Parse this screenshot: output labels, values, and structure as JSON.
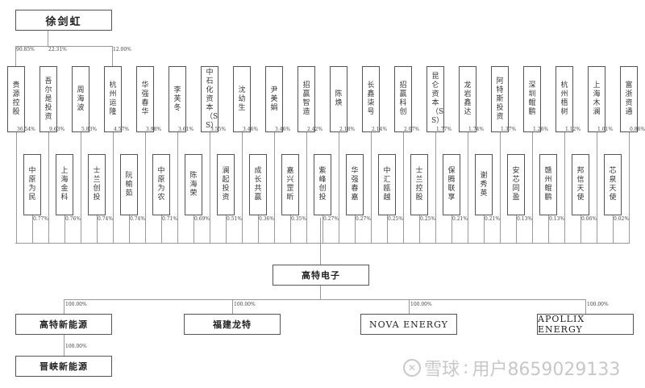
{
  "root": {
    "name": "徐剑虹"
  },
  "root_holdings": [
    {
      "target_index": 0,
      "percent": "90.85%"
    },
    {
      "target_index": 1,
      "percent": "22.31%"
    },
    {
      "target_index": 3,
      "percent": "12.00%"
    }
  ],
  "shareholders_row1": [
    {
      "name": "贵源控股",
      "percent": "36.54%"
    },
    {
      "name": "吾尔是投资",
      "percent": "9.63%"
    },
    {
      "name": "周海波",
      "percent": "5.83%"
    },
    {
      "name": "杭州运隆",
      "percent": "4.57%"
    },
    {
      "name": "华强春华",
      "percent": "3.98%"
    },
    {
      "name": "李芙冬",
      "percent": "3.61%"
    },
    {
      "name": "中石化资本（SS）",
      "percent": "3.55%"
    },
    {
      "name": "沈幼生",
      "percent": "3.46%"
    },
    {
      "name": "尹美娟",
      "percent": "3.46%"
    },
    {
      "name": "招赢智造",
      "percent": "2.42%"
    },
    {
      "name": "陈焕",
      "percent": "2.18%"
    },
    {
      "name": "长鑫柒号",
      "percent": "2.14%"
    },
    {
      "name": "招赢科创",
      "percent": "2.07%"
    },
    {
      "name": "昆仑资本（SS）",
      "percent": "1.77%"
    },
    {
      "name": "龙岩鑫达",
      "percent": "1.74%"
    },
    {
      "name": "阿特斯投资",
      "percent": "1.37%"
    },
    {
      "name": "深圳鲲鹏",
      "percent": "1.26%"
    },
    {
      "name": "杭州梧树",
      "percent": "1.12%"
    },
    {
      "name": "上海木澜",
      "percent": "1.01%"
    },
    {
      "name": "富浙资通",
      "percent": "0.86%"
    }
  ],
  "shareholders_row2": [
    {
      "name": "中原为民",
      "percent": "0.77%"
    },
    {
      "name": "上海金科",
      "percent": "0.76%"
    },
    {
      "name": "士兰创投",
      "percent": "0.74%"
    },
    {
      "name": "阮榆茹",
      "percent": "0.74%"
    },
    {
      "name": "中原为农",
      "percent": "0.71%"
    },
    {
      "name": "陈海荣",
      "percent": "0.69%"
    },
    {
      "name": "澜起投资",
      "percent": "0.51%"
    },
    {
      "name": "成长共赢",
      "percent": "0.36%"
    },
    {
      "name": "嘉兴罡昕",
      "percent": "0.35%"
    },
    {
      "name": "紫峰创投",
      "percent": "0.27%"
    },
    {
      "name": "华强春嘉",
      "percent": "0.27%"
    },
    {
      "name": "中汇瓯越",
      "percent": "0.25%"
    },
    {
      "name": "士兰控股",
      "percent": "0.25%"
    },
    {
      "name": "保腾联享",
      "percent": "0.21%"
    },
    {
      "name": "谢秀英",
      "percent": "0.21%"
    },
    {
      "name": "安芯同盈",
      "percent": "0.13%"
    },
    {
      "name": "赣州鲲鹏",
      "percent": "0.13%"
    },
    {
      "name": "邦信天使",
      "percent": "0.06%"
    },
    {
      "name": "芯泉天使",
      "percent": "0.02%"
    }
  ],
  "company": {
    "name": "高特电子"
  },
  "subsidiaries": [
    {
      "name": "高特新能源",
      "percent": "100.00%"
    },
    {
      "name": "福建龙特",
      "percent": "100.00%"
    },
    {
      "name": "NOVA ENERGY",
      "percent": "100.00%"
    },
    {
      "name": "APOLLIX ENERGY",
      "percent": "100.00%"
    }
  ],
  "sub_subsidiary": {
    "name": "晋峡新能源",
    "percent": "100.00%",
    "parent_index": 0
  },
  "watermark": {
    "brand": "雪球",
    "separator": ":",
    "user": "用户8659029133"
  },
  "colors": {
    "line": "#999999",
    "border": "#555555",
    "watermark": "#c8c8c8"
  }
}
